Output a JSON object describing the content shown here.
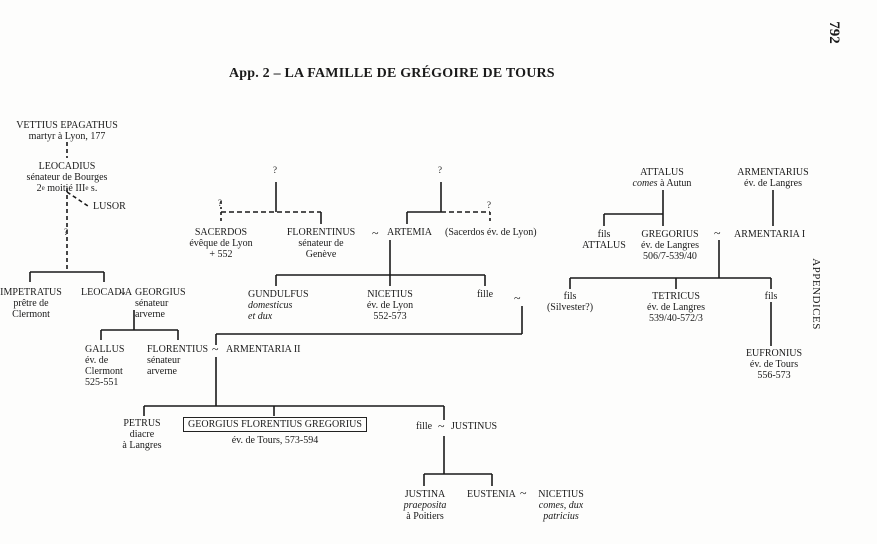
{
  "page_number": "792",
  "title": "App. 2 – LA FAMILLE DE GRÉGOIRE DE TOURS",
  "side_label": "APPENDICES",
  "symbols": {
    "married": "~",
    "unknown": "?"
  },
  "persons": {
    "vettius": {
      "name": "VETTIUS EPAGATHUS",
      "note": "martyr à Lyon, 177"
    },
    "leocadius": {
      "name": "LEOCADIUS",
      "note1": "sénateur de Bourges",
      "note2_a": "2",
      "note2_sup1": "e",
      "note2_b": " moitié III",
      "note2_sup2": "e",
      "note2_c": " s."
    },
    "lusor": {
      "name": "LUSOR"
    },
    "impetratus": {
      "name": "IMPETRATUS",
      "note1": "prêtre de",
      "note2": "Clermont"
    },
    "leocadia": {
      "name": "LEOCADIA"
    },
    "georgius": {
      "name": "GEORGIUS",
      "note1": "sénateur",
      "note2": "arverne"
    },
    "gallus": {
      "name": "GALLUS",
      "note1": "év. de",
      "note2": "Clermont",
      "note3": "525-551"
    },
    "florentius": {
      "name": "FLORENTIUS",
      "note1": "sénateur",
      "note2": "arverne"
    },
    "armentaria2": {
      "name": "ARMENTARIA II"
    },
    "sacerdos": {
      "name": "SACERDOS",
      "note1": "évêque de Lyon",
      "note2": "+ 552"
    },
    "florentinus": {
      "name": "FLORENTINUS",
      "note1": "sénateur de",
      "note2": "Genève"
    },
    "artemia": {
      "name": "ARTEMIA"
    },
    "sacerdos_ev": {
      "name": "(Sacerdos év. de Lyon)"
    },
    "gundulfus": {
      "name": "GUNDULFUS",
      "note1": "domesticus",
      "note2": "et dux"
    },
    "nicetius_lyon": {
      "name": "NICETIUS",
      "note1": "év. de Lyon",
      "note2": "552-573"
    },
    "fille1": {
      "name": "fille"
    },
    "petrus": {
      "name": "PETRUS",
      "note1": "diacre",
      "note2": "à Langres"
    },
    "gregorius_tours": {
      "name": "GEORGIUS FLORENTIUS GREGORIUS",
      "note": "év. de Tours, 573-594"
    },
    "fille2": {
      "name": "fille"
    },
    "justinus": {
      "name": "JUSTINUS"
    },
    "justina": {
      "name": "JUSTINA",
      "note1": "praeposita",
      "note2": "à Poitiers"
    },
    "eustenia": {
      "name": "EUSTENIA"
    },
    "nicetius_dux": {
      "name": "NICETIUS",
      "note1": "comes, dux",
      "note2": "patricius"
    },
    "attalus": {
      "name": "ATTALUS",
      "note_it": "comes",
      "note_rest": " à Autun"
    },
    "armentarius": {
      "name": "ARMENTARIUS",
      "note": "év. de Langres"
    },
    "fils_attalus": {
      "name1": "fils",
      "name2": "ATTALUS"
    },
    "gregorius_langres": {
      "name": "GREGORIUS",
      "note1": "év. de Langres",
      "note2": "506/7-539/40"
    },
    "armentaria1": {
      "name": "ARMENTARIA I"
    },
    "fils_silvester": {
      "name1": "fils",
      "name2": "(Silvester?)"
    },
    "tetricus": {
      "name": "TETRICUS",
      "note1": "év. de Langres",
      "note2": "539/40-572/3"
    },
    "fils3": {
      "name": "fils"
    },
    "eufronius": {
      "name": "EUFRONIUS",
      "note1": "év. de Tours",
      "note2": "556-573"
    }
  }
}
